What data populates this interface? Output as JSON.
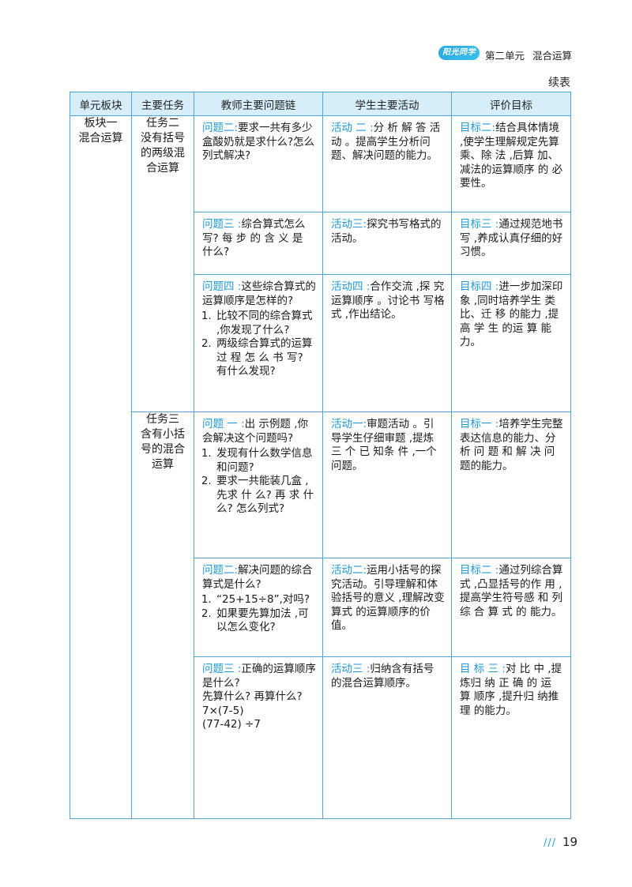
{
  "header": {
    "logo_text": "阳光同学",
    "unit": "第二单元",
    "topic": "混合运算",
    "continued": "续表"
  },
  "table": {
    "columns": [
      "单元板块",
      "主要任务",
      "教师主要问题链",
      "学生主要活动",
      "评价目标"
    ],
    "block": "板块一\n混合运算",
    "tasks": [
      {
        "name": "任务二\n没有括号\n的两级混\n合运算",
        "rows": [
          {
            "q_label": "问题二:",
            "q_text": "要求一共有多少盒酸奶就是求什么?怎么列式解决?",
            "q_items": [],
            "a_label": "活动 二 :",
            "a_text": "分 析 解 答 活 动 。提高学生分析问 题、解决问题的能力。",
            "g_label": "目标二:",
            "g_text": "结合具体情境 ,使学生理解规定先算 乘、除 法 ,后算 加、减法的运算顺序 的 必要性。"
          },
          {
            "q_label": "问题三 :",
            "q_text": "综合算式怎么写? 每 步 的 含 义 是 什么?",
            "q_items": [],
            "a_label": "活动三:",
            "a_text": "探究书写格式的活动。",
            "g_label": "目标三 :",
            "g_text": "通过规范地书写 ,养成认真仔细的好习惯。"
          },
          {
            "q_label": "问题四 :",
            "q_text": "这些综合算式的运算顺序是怎样的?",
            "q_items": [
              "比较不同的综合算式 ,你发现了什么?",
              "两级综合算式的运算 过 程 怎 么 书 写? 有什么发现?"
            ],
            "a_label": "活动四 :",
            "a_text": "合作交流 ,探 究运算顺序 。讨论书 写格式 ,作出结论。",
            "g_label": "目标四 :",
            "g_text": "进一步加深印象 ,同时培养学生 类比、迁 移 的能力 ,提 高 学 生 的运 算 能力。"
          }
        ]
      },
      {
        "name": "任务三\n含有小括\n号的混合\n运算",
        "rows": [
          {
            "q_label": "问题 一 :",
            "q_text": "出 示例题 ,你 会解决这个问题吗?",
            "q_items": [
              "发现有什么数学信息和问题?",
              "要求一共能装几盒 ,先求 什 么? 再 求 什 么? 怎么列式?"
            ],
            "a_label": "活动一:",
            "a_text": "审题活动 。引 导学生仔细审题 ,提炼 三 个 已 知条 件 ,一个 问题。",
            "g_label": "目标一 :",
            "g_text": "培养学生完整表达信息的能力、分析 问 题 和 解 决 问 题的能力。"
          },
          {
            "q_label": "问题二:",
            "q_text": "解决问题的综合算式是什么?",
            "q_items": [
              "“25+15÷8”,对吗?",
              "如果要先算加法 ,可 以怎么变化?"
            ],
            "a_label": "活动二:",
            "a_text": "运用小括号的探究活动。引导理解和体验括号的意义 ,理解改变算式 的运算顺序的价值。",
            "g_label": "目标二 :",
            "g_text": "通过列综合算式 ,凸显括号的作 用 ,提高学生符号感 和 列 综 合 算 式 的 能力。"
          },
          {
            "q_label": "问题三 :",
            "q_text": "正确的运算顺序是什么?\n先算什么? 再算什么?\n7×(7-5)\n(77-42) ÷7",
            "q_items": [],
            "a_label": "活动三 :",
            "a_text": "归纳含有括号 的混合运算顺序。",
            "g_label": "目 标 三 :",
            "g_text": "对 比 中 ,提 炼归 纳 正 确 的 运 算 顺序 ,提升归 纳推理 的能力。"
          }
        ]
      }
    ]
  },
  "footer": {
    "mark": "///",
    "page": "19"
  }
}
